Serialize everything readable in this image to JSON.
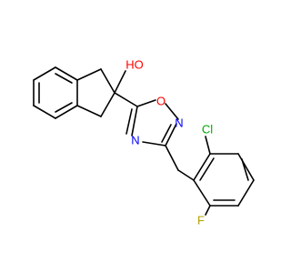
{
  "atoms": {
    "hydroxyl": {
      "label": "HO",
      "color": "#ff0000"
    },
    "ring_oxygen": {
      "label": "O",
      "color": "#ff0000"
    },
    "ring_nitrogen_1": {
      "label": "N",
      "color": "#0000ff"
    },
    "ring_nitrogen_2": {
      "label": "N",
      "color": "#0000ff"
    },
    "chlorine": {
      "label": "Cl",
      "color": "#00aa00"
    },
    "fluorine": {
      "label": "F",
      "color": "#b3a100"
    }
  },
  "bond_color": "#000000"
}
